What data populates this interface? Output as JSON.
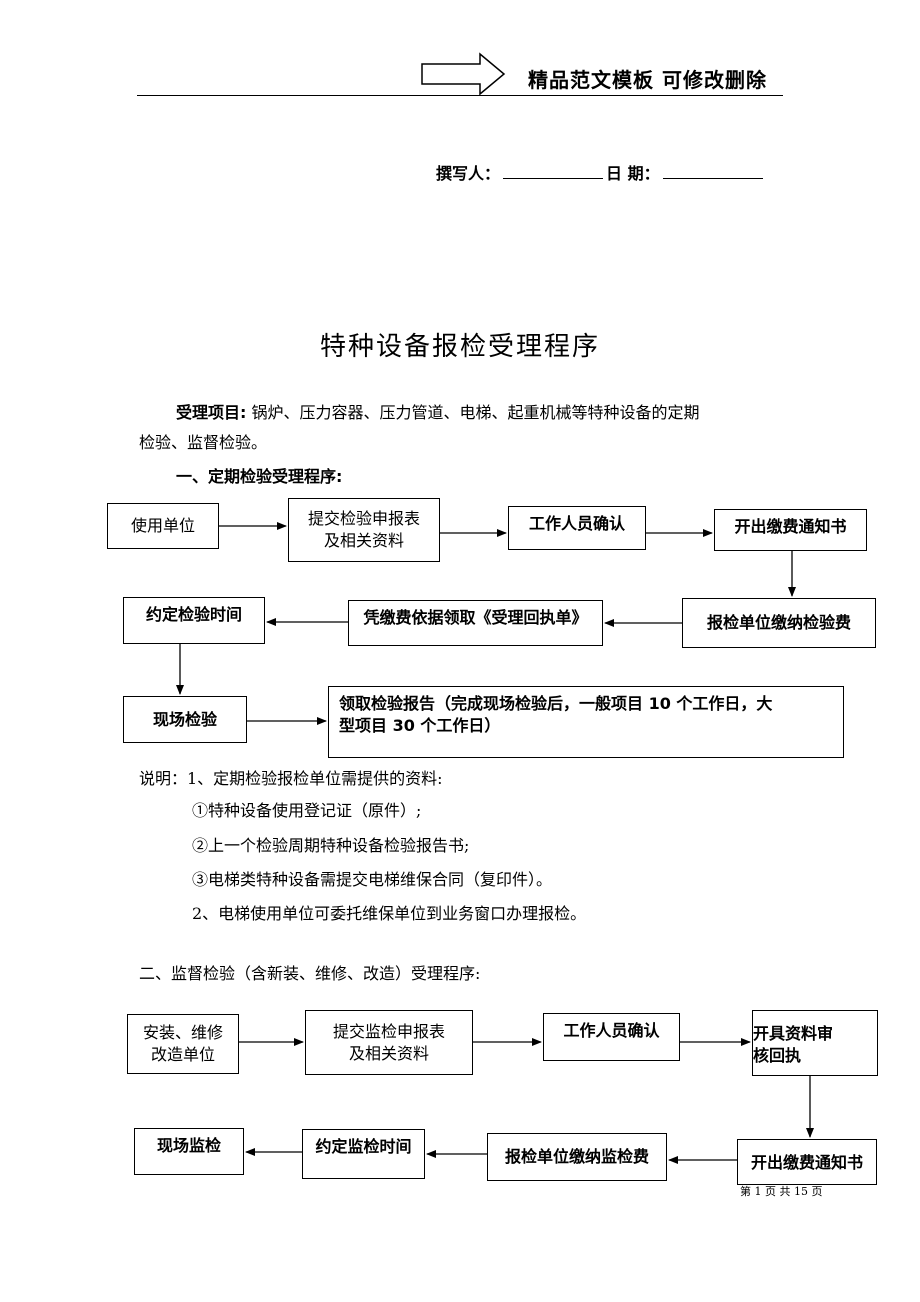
{
  "header": {
    "title": "精品范文模板  可修改删除",
    "author_label": "撰写人：",
    "date_label": "日  期："
  },
  "doc": {
    "title": "特种设备报检受理程序",
    "intro_label": "受理项目:",
    "intro_line1": "锅炉、压力容器、压力管道、电梯、起重机械等特种设备的定期",
    "intro_line2": "检验、监督检验。",
    "section1_heading": "一、定期检验受理程序:",
    "section2_heading": "二、监督检验（含新装、维修、改造）受理程序:"
  },
  "flow1": {
    "use_unit": "使用单位",
    "submit_line1": "提交检验申报表",
    "submit_line2": "及相关资料",
    "staff_confirm": "工作人员确认",
    "issue_fee": "开出缴费通知书",
    "pay_fee": "报检单位缴纳检验费",
    "receipt": "凭缴费依据领取《受理回执单》",
    "schedule": "约定检验时间",
    "onsite": "现场检验",
    "report_line1": "领取检验报告（完成现场检验后，一般项目 10 个工作日，大",
    "report_line2": "型项目 30 个工作日）"
  },
  "notes": {
    "n1": "说明：1、定期检验报检单位需提供的资料:",
    "n1a": "①特种设备使用登记证（原件）;",
    "n1b": "②上一个检验周期特种设备检验报告书;",
    "n1c": "③电梯类特种设备需提交电梯维保合同（复印件）。",
    "n2": "2、电梯使用单位可委托维保单位到业务窗口办理报检。"
  },
  "flow2": {
    "install_line1": "安装、维修",
    "install_line2": "改造单位",
    "submit_line1": "提交监检申报表",
    "submit_line2": "及相关资料",
    "staff_confirm": "工作人员确认",
    "issue_review_line1": "开具资料审",
    "issue_review_line2": "核回执",
    "issue_fee": "开出缴费通知书",
    "pay_fee": "报检单位缴纳监检费",
    "schedule": "约定监检时间",
    "onsite": "现场监检"
  },
  "footer": {
    "page_text": "第 1 页 共 15 页"
  }
}
